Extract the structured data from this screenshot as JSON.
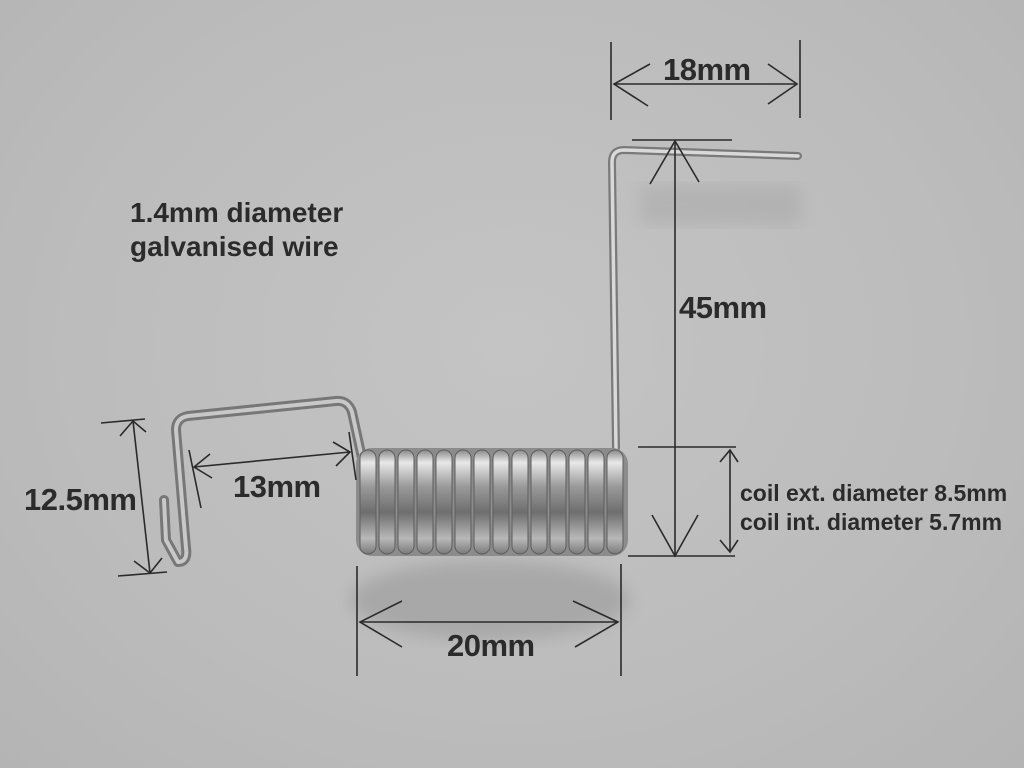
{
  "background_color": "#bfbfbf",
  "subject": "torsion-spring",
  "wire_note": {
    "line1": "1.4mm diameter",
    "line2": "galvanised wire"
  },
  "dimensions": {
    "top_arm_length": "18mm",
    "vertical_arm_length": "45mm",
    "hook_width": "13mm",
    "hook_height": "12.5mm",
    "coil_length": "20mm",
    "coil_ext_diameter": "coil ext. diameter 8.5mm",
    "coil_int_diameter": "coil int. diameter 5.7mm"
  },
  "colors": {
    "annotation": "#2b2b2b",
    "wire_light": "#e2e2e2",
    "wire_dark": "#6a6a6a"
  }
}
